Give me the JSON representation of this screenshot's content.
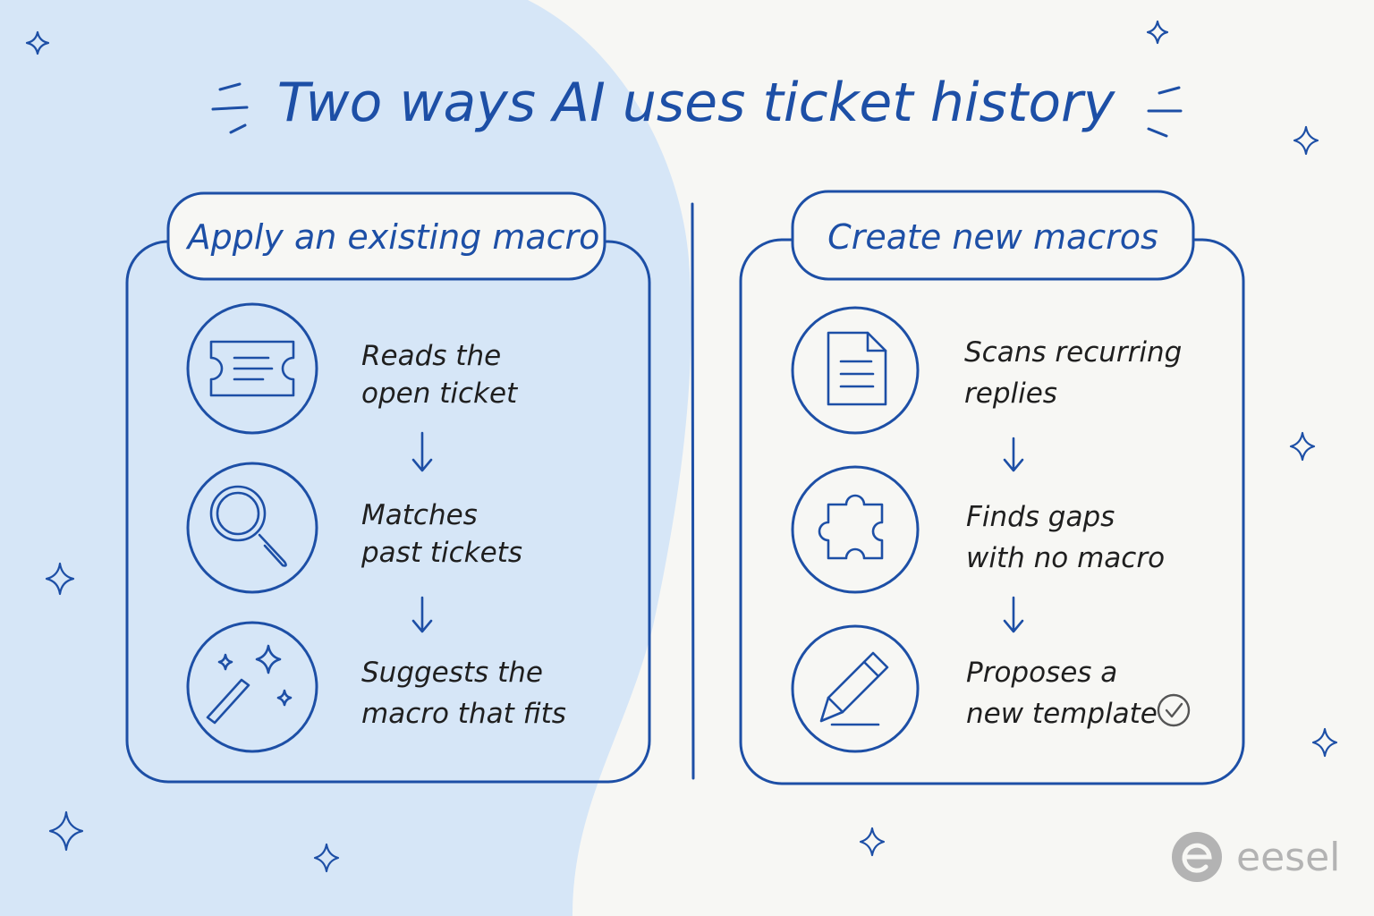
{
  "title": "Two ways AI uses ticket history",
  "cards": [
    {
      "title": "Apply an existing macro",
      "steps": [
        {
          "icon": "ticket-icon",
          "line1": "Reads the",
          "line2": "open ticket"
        },
        {
          "icon": "magnifier-icon",
          "line1": "Matches",
          "line2": "past tickets"
        },
        {
          "icon": "magic-wand-icon",
          "line1": "Suggests the",
          "line2": "macro that fits"
        }
      ]
    },
    {
      "title": "Create new macros",
      "steps": [
        {
          "icon": "document-icon",
          "line1": "Scans recurring",
          "line2": "replies"
        },
        {
          "icon": "puzzle-piece-icon",
          "line1": "Finds gaps",
          "line2": "with no macro"
        },
        {
          "icon": "pencil-icon",
          "line1": "Proposes a",
          "line2": "new template"
        }
      ]
    }
  ],
  "logo": {
    "text": "eesel"
  },
  "colors": {
    "accent": "#1d4fa6",
    "blob": "#d6e6f7",
    "background": "#f7f7f4",
    "text": "#1f1f1f",
    "logo": "#b3b3b3"
  }
}
